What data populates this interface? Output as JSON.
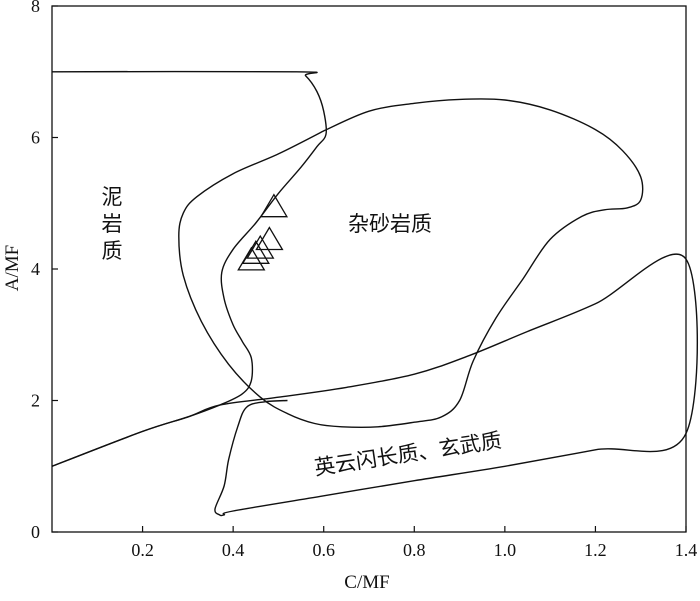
{
  "chart_data": {
    "type": "scatter",
    "title": "",
    "xlabel": "C/MF",
    "ylabel": "A/MF",
    "xlim": [
      0,
      1.4
    ],
    "ylim": [
      0,
      8
    ],
    "x_ticks": [
      "0.2",
      "0.4",
      "0.6",
      "0.8",
      "1.0",
      "1.2",
      "1.4"
    ],
    "y_ticks": [
      "0",
      "2",
      "4",
      "6",
      "8"
    ],
    "grid": false,
    "legend": "none",
    "marker": "open-triangle",
    "points": [
      {
        "x": 0.49,
        "y": 4.93
      },
      {
        "x": 0.48,
        "y": 4.43
      },
      {
        "x": 0.46,
        "y": 4.3
      },
      {
        "x": 0.45,
        "y": 4.22
      },
      {
        "x": 0.44,
        "y": 4.12
      }
    ],
    "fields": [
      {
        "label": "泥岩质",
        "label_lines": [
          "泥",
          "岩",
          "质"
        ],
        "boundary": [
          [
            0.0,
            7.0
          ],
          [
            0.54,
            7.0
          ],
          [
            0.56,
            6.94
          ],
          [
            0.585,
            6.7
          ],
          [
            0.6,
            6.4
          ],
          [
            0.605,
            6.05
          ],
          [
            0.585,
            5.86
          ],
          [
            0.55,
            5.55
          ],
          [
            0.5,
            5.15
          ],
          [
            0.45,
            4.7
          ],
          [
            0.4,
            4.3
          ],
          [
            0.375,
            3.95
          ],
          [
            0.38,
            3.55
          ],
          [
            0.4,
            3.15
          ],
          [
            0.42,
            2.9
          ],
          [
            0.44,
            2.65
          ],
          [
            0.44,
            2.3
          ],
          [
            0.42,
            2.1
          ],
          [
            0.37,
            1.93
          ],
          [
            0.3,
            1.75
          ],
          [
            0.2,
            1.53
          ],
          [
            0.0,
            1.0
          ]
        ]
      },
      {
        "label": "杂砂岩质",
        "boundary": [
          [
            0.6,
            6.1
          ],
          [
            0.7,
            6.4
          ],
          [
            0.8,
            6.52
          ],
          [
            0.9,
            6.58
          ],
          [
            1.0,
            6.57
          ],
          [
            1.1,
            6.42
          ],
          [
            1.2,
            6.12
          ],
          [
            1.26,
            5.8
          ],
          [
            1.3,
            5.4
          ],
          [
            1.3,
            5.05
          ],
          [
            1.27,
            4.93
          ],
          [
            1.22,
            4.9
          ],
          [
            1.17,
            4.8
          ],
          [
            1.1,
            4.45
          ],
          [
            1.04,
            3.85
          ],
          [
            0.98,
            3.25
          ],
          [
            0.93,
            2.6
          ],
          [
            0.9,
            2.0
          ],
          [
            0.86,
            1.75
          ],
          [
            0.8,
            1.67
          ],
          [
            0.72,
            1.6
          ],
          [
            0.64,
            1.6
          ],
          [
            0.58,
            1.65
          ],
          [
            0.52,
            1.8
          ],
          [
            0.46,
            2.05
          ],
          [
            0.39,
            2.55
          ],
          [
            0.33,
            3.2
          ],
          [
            0.29,
            3.9
          ],
          [
            0.28,
            4.5
          ],
          [
            0.29,
            4.85
          ],
          [
            0.32,
            5.1
          ],
          [
            0.4,
            5.45
          ],
          [
            0.5,
            5.75
          ],
          [
            0.6,
            6.1
          ]
        ]
      },
      {
        "label": "英云闪长质、玄武质",
        "boundary": [
          [
            0.0,
            1.0
          ],
          [
            0.2,
            1.53
          ],
          [
            0.3,
            1.75
          ],
          [
            0.37,
            1.93
          ],
          [
            0.5,
            2.05
          ],
          [
            0.65,
            2.2
          ],
          [
            0.8,
            2.4
          ],
          [
            0.92,
            2.68
          ],
          [
            1.05,
            3.05
          ],
          [
            1.2,
            3.47
          ],
          [
            1.4,
            4.15
          ],
          [
            1.4,
            1.5
          ],
          [
            1.2,
            1.25
          ],
          [
            1.0,
            1.0
          ],
          [
            0.8,
            0.78
          ],
          [
            0.6,
            0.55
          ],
          [
            0.4,
            0.32
          ],
          [
            0.38,
            0.26
          ],
          [
            0.37,
            0.26
          ],
          [
            0.36,
            0.35
          ],
          [
            0.38,
            0.7
          ],
          [
            0.39,
            1.1
          ],
          [
            0.41,
            1.6
          ],
          [
            0.43,
            1.9
          ],
          [
            0.47,
            1.98
          ],
          [
            0.52,
            2.0
          ]
        ]
      }
    ]
  }
}
